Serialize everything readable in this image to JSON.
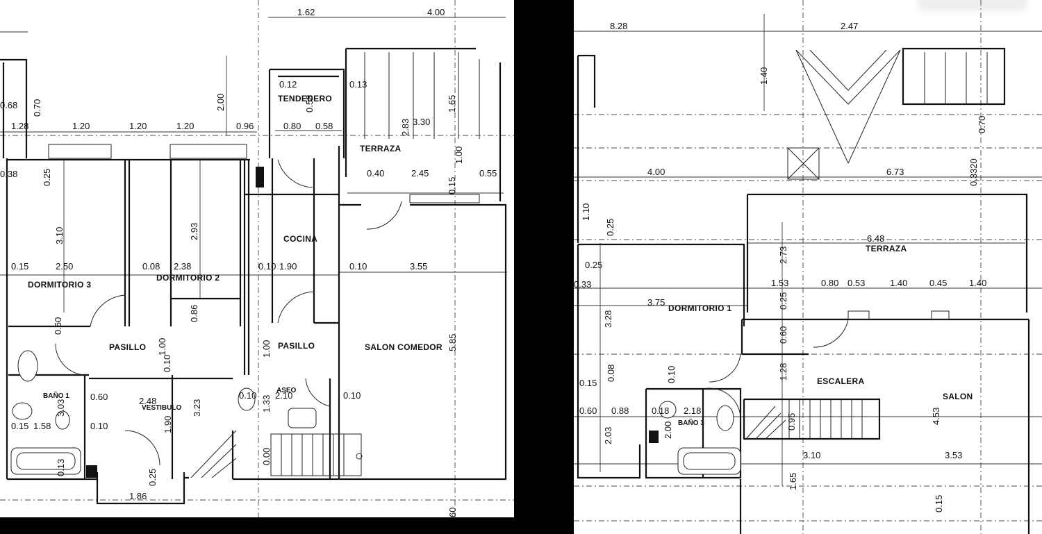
{
  "left_plan": {
    "rooms": {
      "tendedero": "TENDEDERO",
      "terraza": "TERRAZA",
      "cocina": "COCINA",
      "dormitorio3": "DORMITORIO 3",
      "dormitorio2": "DORMITORIO 2",
      "pasillo_a": "PASILLO",
      "pasillo_b": "PASILLO",
      "salon_comedor": "SALON COMEDOR",
      "bano1": "BAÑO 1",
      "vestibulo": "VESTIBULO",
      "aseo": "ASEO"
    },
    "dims": {
      "d162": "1.62",
      "d400": "4.00",
      "d200": "2.00",
      "d012": "0.12",
      "d013": "0.13",
      "d058a": "0.58",
      "d080": "0.80",
      "d058b": "0.58",
      "d165": "1.65",
      "d283": "2.83",
      "d330": "3.30",
      "d100a": "1.00",
      "d068": "0.68",
      "d070": "0.70",
      "d128": "1.28",
      "d120a": "1.20",
      "d120b": "1.20",
      "d120c": "1.20",
      "d096": "0.96",
      "d038": "0.38",
      "d025a": "0.25",
      "d040": "0.40",
      "d245": "2.45",
      "d055": "0.55",
      "d015b": "0.15",
      "d310": "3.10",
      "d293": "2.93",
      "d015a": "0.15",
      "d250": "2.50",
      "d008": "0.08",
      "d238": "2.38",
      "d010a": "0.10",
      "d190": "1.90",
      "d010b": "0.10",
      "d355": "3.55",
      "d060a": "0.60",
      "d086": "0.86",
      "d100b": "1.00",
      "d010c": "0.10",
      "d100c": "1.00",
      "d585": "5.85",
      "d060b": "0.60",
      "d248": "2.48",
      "d323": "3.23",
      "d010d": "0.10",
      "d133": "1.33",
      "d210": "2.10",
      "d010e": "0.10",
      "d015c": "0.15",
      "d158": "1.58",
      "d010f": "0.10",
      "d303": "3.03",
      "d190b": "1.90",
      "d013b": "0.13",
      "d025b": "0.25",
      "d186": "1.86",
      "d000": "0.00",
      "d060c": "60"
    }
  },
  "right_plan": {
    "rooms": {
      "terraza": "TERRAZA",
      "dormitorio1": "DORMITORIO 1",
      "escalera": "ESCALERA",
      "salon": "SALON",
      "bano3": "BAÑO 3"
    },
    "dims": {
      "d828": "8.28",
      "d247": "2.47",
      "d140a": "1.40",
      "d070": "0.70",
      "d400": "4.00",
      "d673": "6.73",
      "d320": "0.3320",
      "d110": "1.10",
      "d025a": "0.25",
      "d648": "6.48",
      "d273": "2.73",
      "d025b": "0.25",
      "d033": "0.33",
      "d153": "1.53",
      "d080": "0.80",
      "d053": "0.53",
      "d140b": "1.40",
      "d045": "0.45",
      "d140c": "1.40",
      "d375": "3.75",
      "d328": "3.28",
      "d025c": "0.25",
      "d060a": "0.60",
      "d015a": "0.15",
      "d008": "0.08",
      "d010": "0.10",
      "d128": "1.28",
      "d060b": "0.60",
      "d088": "0.88",
      "d018": "0.18",
      "d218": "2.18",
      "d095": "0.95",
      "d453": "4.53",
      "d203": "2.03",
      "d200": "2.00",
      "d310": "3.10",
      "d353": "3.53",
      "d165": "1.65",
      "d015b": "0.15"
    }
  }
}
